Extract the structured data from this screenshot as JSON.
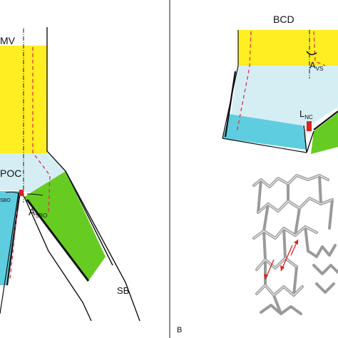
{
  "panel_a": {
    "label_mv": "MV",
    "label_poc": "POC",
    "label_a_prefix": "A",
    "label_a_sub": "SBO",
    "label_left_sub": "SBO",
    "label_sb": "SB"
  },
  "panel_b": {
    "panel_letter": "B",
    "title": "BCD",
    "label_a_prefix": "A",
    "label_a_sub": "VS",
    "label_l_prefix": "L",
    "label_l_sub": "NC"
  },
  "colors": {
    "yellow": "#ffee22",
    "light_blue": "#d4eef4",
    "cyan": "#5fcde0",
    "green": "#66cc22",
    "red_dash": "#e0304a",
    "marker_red": "#dd2222",
    "divider": "#444444"
  }
}
